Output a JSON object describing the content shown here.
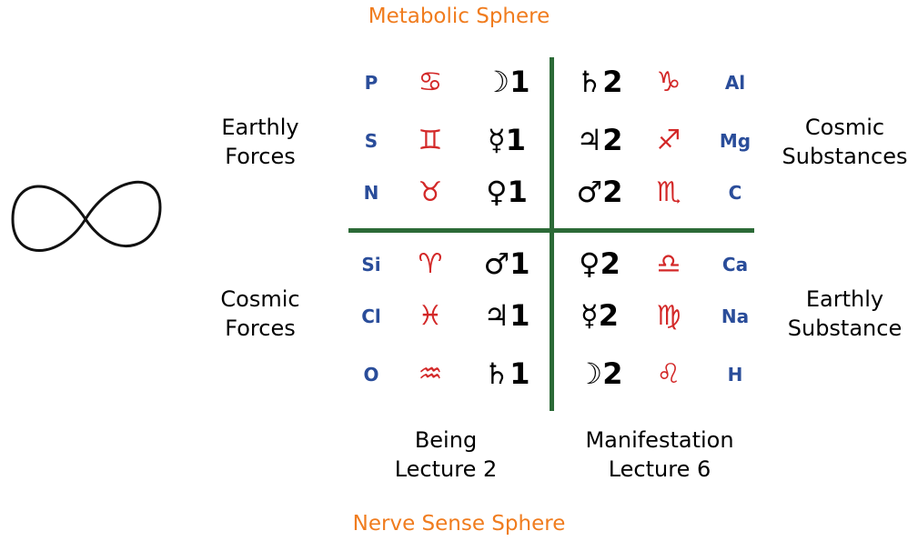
{
  "title_top": "Metabolic Sphere",
  "title_bottom": "Nerve Sense Sphere",
  "symbol": {
    "infinity": "∞"
  },
  "labels": {
    "earthly_forces": [
      "Earthly",
      "Forces"
    ],
    "cosmic_forces": [
      "Cosmic",
      "Forces"
    ],
    "cosmic_substances": [
      "Cosmic",
      "Substances"
    ],
    "earthly_substance": [
      "Earthly",
      "Substance"
    ],
    "being": [
      "Being",
      "Lecture 2"
    ],
    "manifestation": [
      "Manifestation",
      "Lecture 6"
    ]
  },
  "colors": {
    "element": "#2a4d9a",
    "zodiac": "#d32828",
    "planet": "#000000",
    "sphere": "#f07c1e",
    "divider": "#2c6a37"
  },
  "left_rows": [
    {
      "element": "P",
      "zodiac": "♋",
      "planet": "☽1"
    },
    {
      "element": "S",
      "zodiac": "♊",
      "planet": "☿1"
    },
    {
      "element": "N",
      "zodiac": "♉",
      "planet": "♀1"
    },
    {
      "element": "Si",
      "zodiac": "♈",
      "planet": "♂1"
    },
    {
      "element": "Cl",
      "zodiac": "♓",
      "planet": "♃1"
    },
    {
      "element": "O",
      "zodiac": "♒",
      "planet": "♄1"
    }
  ],
  "right_rows": [
    {
      "planet": "♄2",
      "zodiac": "♑",
      "element": "Al"
    },
    {
      "planet": "♃2",
      "zodiac": "♐",
      "element": "Mg"
    },
    {
      "planet": "♂2",
      "zodiac": "♏",
      "element": "C"
    },
    {
      "planet": "♀2",
      "zodiac": "♎",
      "element": "Ca"
    },
    {
      "planet": "☿2",
      "zodiac": "♍",
      "element": "Na"
    },
    {
      "planet": "☽2",
      "zodiac": "♌",
      "element": "H"
    }
  ]
}
